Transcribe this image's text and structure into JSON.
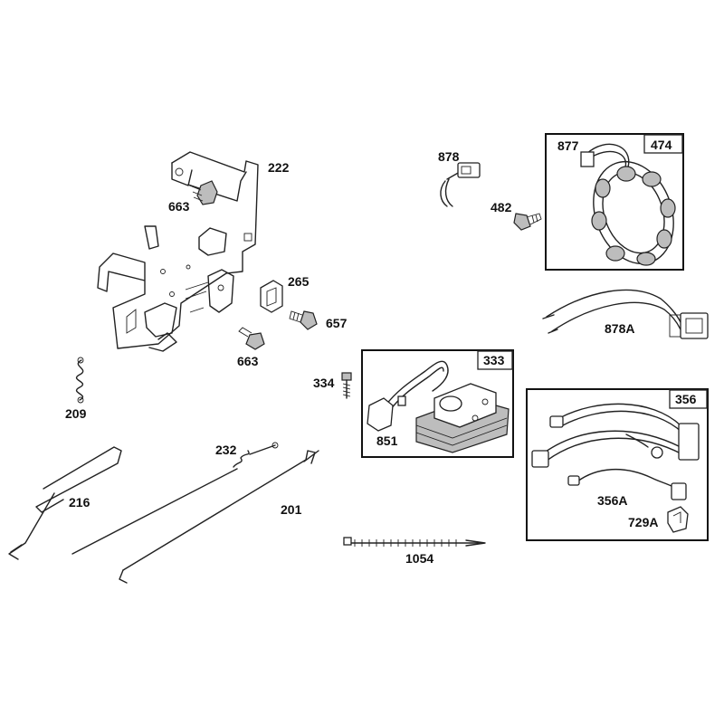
{
  "labels": {
    "p222": "222",
    "p663a": "663",
    "p265": "265",
    "p657": "657",
    "p663b": "663",
    "p209": "209",
    "p232": "232",
    "p216": "216",
    "p201": "201",
    "p1054": "1054",
    "p878": "878",
    "p482": "482",
    "p877": "877",
    "p878A": "878A",
    "p334": "334",
    "p851": "851",
    "p356A": "356A",
    "p729A": "729A"
  },
  "boxes": {
    "b474": "474",
    "b333": "333",
    "b356": "356"
  },
  "colors": {
    "line": "#222222",
    "fill": "#bdbdbd",
    "background": "#ffffff"
  }
}
